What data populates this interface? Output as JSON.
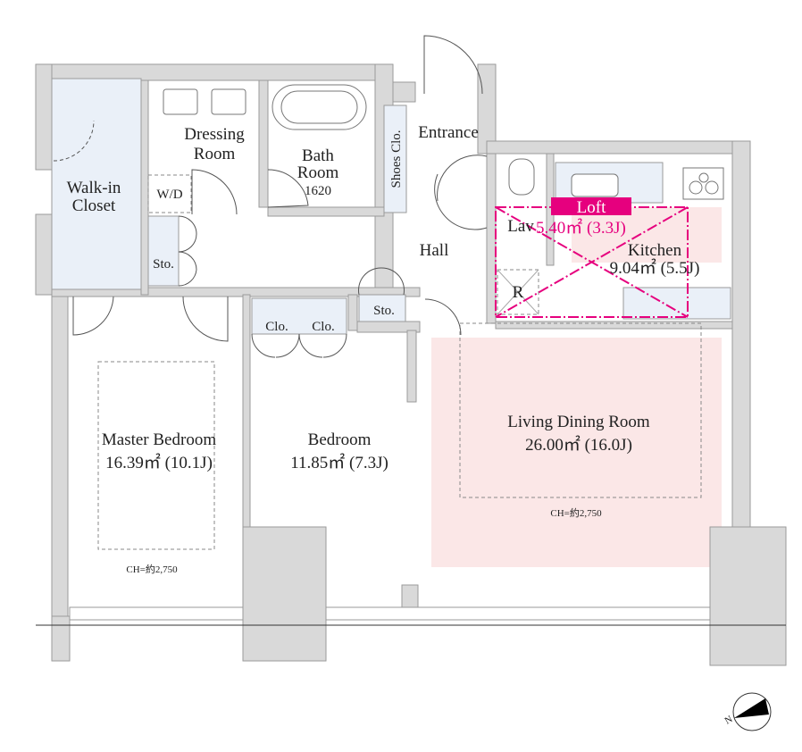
{
  "rooms": {
    "walk_in_closet": {
      "line1": "Walk-in",
      "line2": "Closet"
    },
    "dressing_room": {
      "line1": "Dressing",
      "line2": "Room"
    },
    "bath_room": {
      "line1": "Bath",
      "line2": "Room",
      "size": "1620"
    },
    "wd": "W/D",
    "sto_left": "Sto.",
    "shoes_clo": "Shoes Clo.",
    "entrance": "Entrance",
    "hall": "Hall",
    "lav": "Lav",
    "loft": {
      "label": "Loft",
      "area": "5.40㎡ (3.3J)"
    },
    "kitchen": {
      "name": "Kitchen",
      "area": "9.04㎡ (5.5J)"
    },
    "refrigerator": "R",
    "sto_hall": "Sto.",
    "clo1": "Clo.",
    "clo2": "Clo.",
    "master_bedroom": {
      "name": "Master Bedroom",
      "area": "16.39㎡ (10.1J)",
      "ceiling": "CH=約2,750"
    },
    "bedroom": {
      "name": "Bedroom",
      "area": "11.85㎡ (7.3J)"
    },
    "living_dining": {
      "name": "Living Dining Room",
      "area": "26.00㎡ (16.0J)",
      "ceiling": "CH=約2,750"
    }
  },
  "compass": {
    "label": "N"
  },
  "colors": {
    "wall": "#d9d9d9",
    "closet": "#eaf0f8",
    "highlight": "#fbe7e7",
    "loft": "#e6007e"
  }
}
